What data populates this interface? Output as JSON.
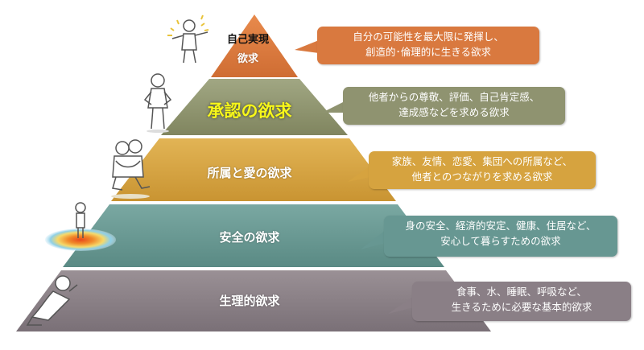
{
  "diagram": {
    "levels": [
      {
        "id": "self-actualization",
        "label_line1": "自己実現",
        "label_line2": "欲求",
        "description_line1": "自分の可能性を最大限に発揮し、",
        "description_line2": "創造的･倫理的に生きる欲求",
        "color": "#d9793f"
      },
      {
        "id": "esteem",
        "label": "承認の欲求",
        "description_line1": "他者からの尊敬、評価、自己肯定感、",
        "description_line2": "達成感などを求める欲求",
        "color": "#8f9370"
      },
      {
        "id": "belonging",
        "label": "所属と愛の欲求",
        "description_line1": "家族、友情、恋愛、集団への所属など、",
        "description_line2": "他者とのつながりを求める欲求",
        "color": "#d6a33f"
      },
      {
        "id": "safety",
        "label": "安全の欲求",
        "description_line1": "身の安全、経済的安定、健康、住居など、",
        "description_line2": "安心して暮らすための欲求",
        "color": "#679792"
      },
      {
        "id": "physiological",
        "label": "生理的欲求",
        "description_line1": "食事、水、睡眠、呼吸など、",
        "description_line2": "生きるために必要な基本的欲求",
        "color": "#8a7f86"
      }
    ],
    "label_highlight_color": "#f7f71a"
  }
}
